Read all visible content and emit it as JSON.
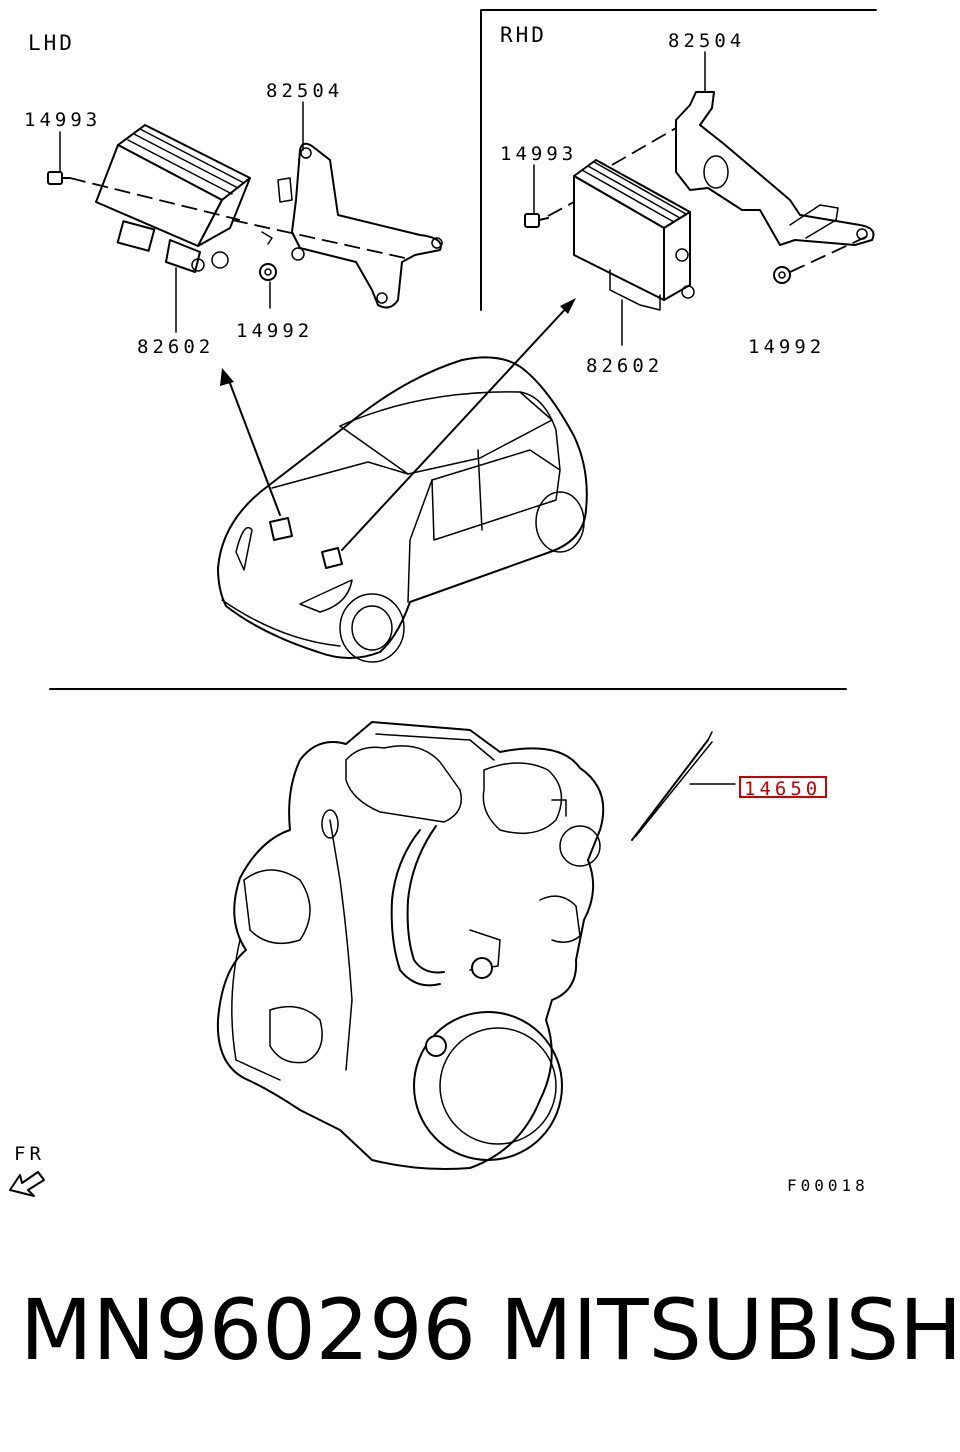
{
  "lhd": {
    "section_label": "LHD",
    "labels": {
      "p82504": "82504",
      "p14993": "14993",
      "p82602": "82602",
      "p14992": "14992"
    }
  },
  "rhd": {
    "section_label": "RHD",
    "labels": {
      "p82504": "82504",
      "p14993": "14993",
      "p82602": "82602",
      "p14992": "14992"
    }
  },
  "engine": {
    "highlighted_part": "14650",
    "highlight_color": "#cc0000"
  },
  "front_indicator": "FR",
  "figure_code": "F00018",
  "caption": {
    "part_number": "MN960296",
    "brand": "MITSUBISHI"
  }
}
